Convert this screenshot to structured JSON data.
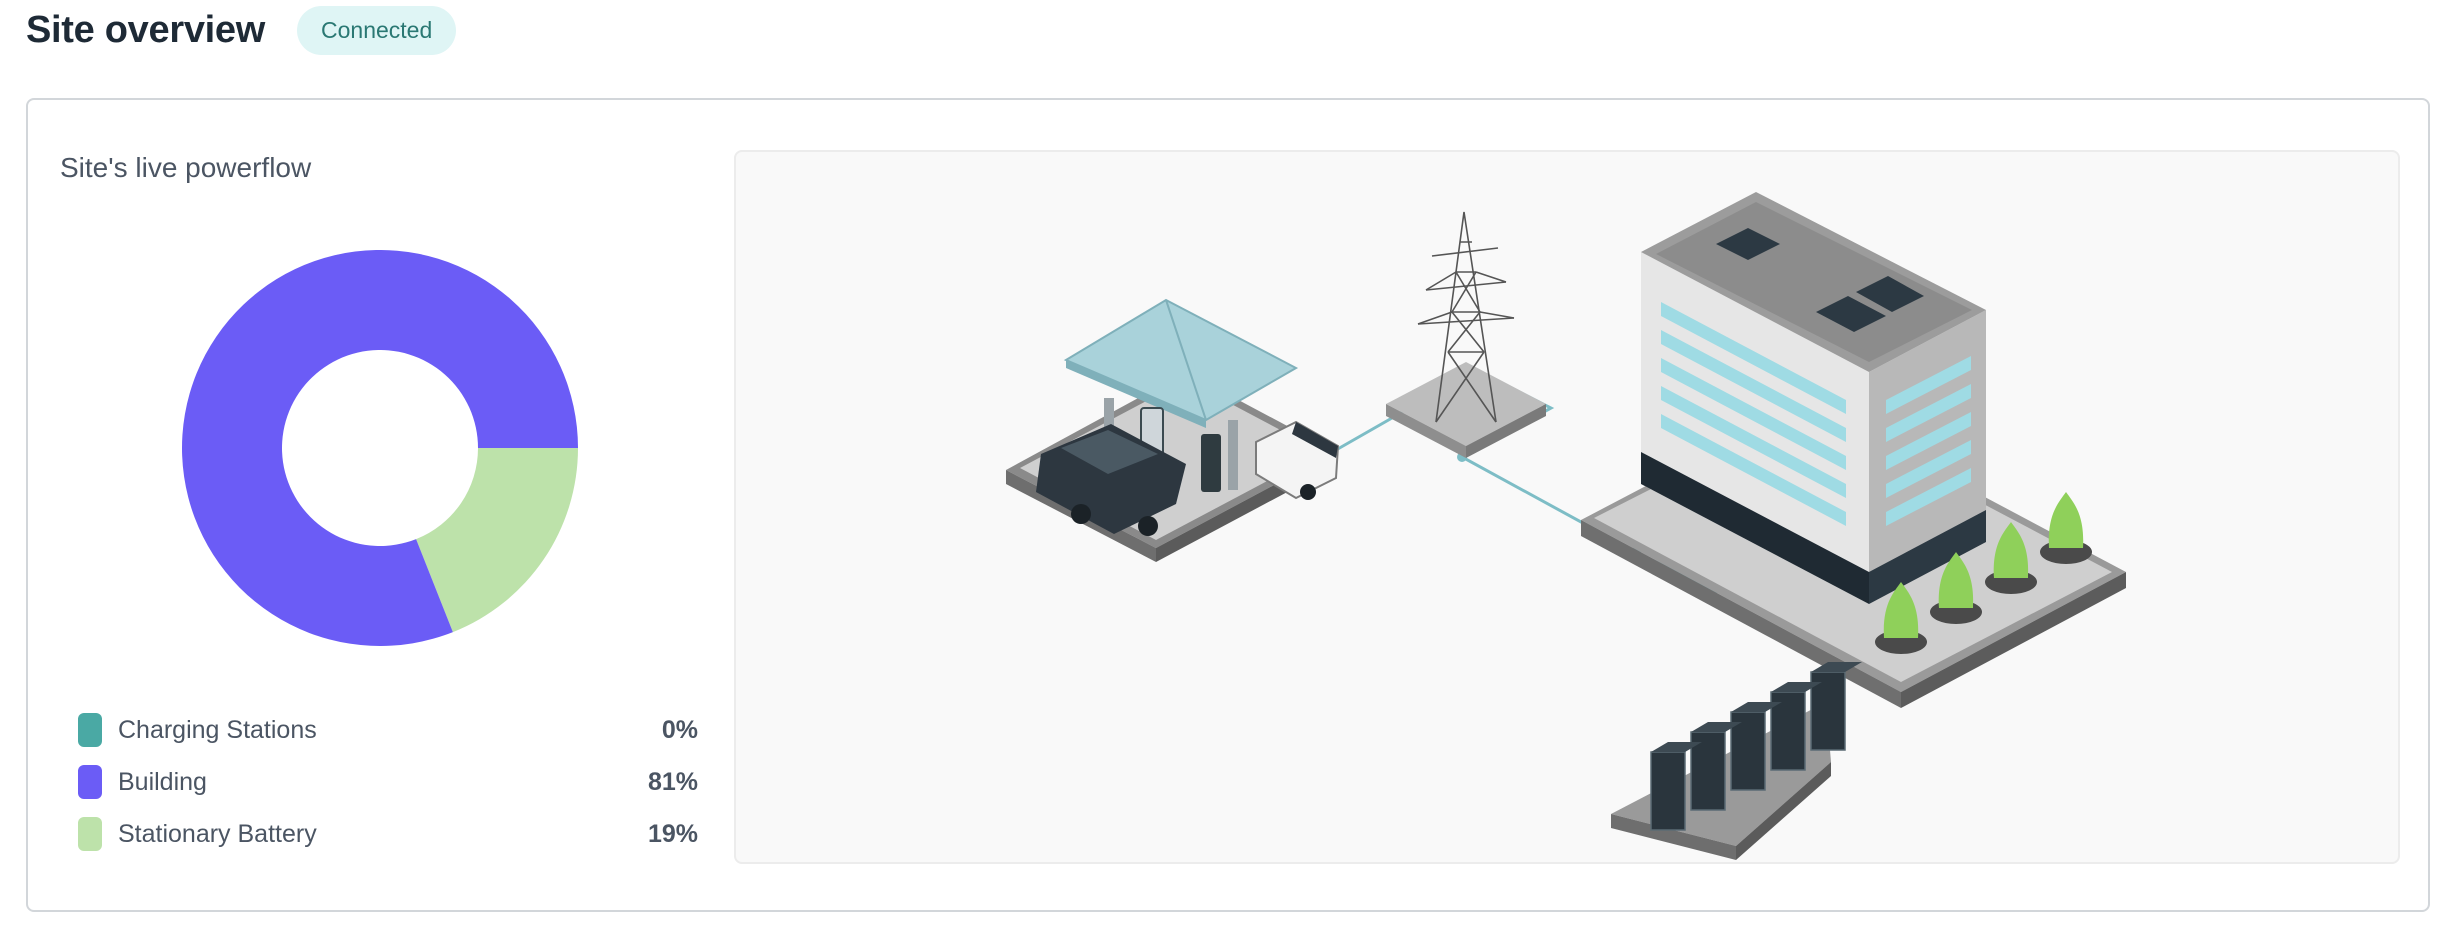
{
  "header": {
    "title": "Site overview",
    "status": "Connected"
  },
  "powerflow": {
    "title": "Site's live powerflow",
    "legend": [
      {
        "label": "Charging Stations",
        "value": "0%",
        "color": "#4aa9a4"
      },
      {
        "label": "Building",
        "value": "81%",
        "color": "#6b5cf6"
      },
      {
        "label": "Stationary Battery",
        "value": "19%",
        "color": "#bde2aa"
      }
    ]
  },
  "chart_data": {
    "type": "pie",
    "categories": [
      "Charging Stations",
      "Building",
      "Stationary Battery"
    ],
    "values": [
      0,
      81,
      19
    ],
    "colors": [
      "#4aa9a4",
      "#6b5cf6",
      "#bde2aa"
    ],
    "title": "Site's live powerflow",
    "legend": "bottom"
  },
  "diagram": {
    "nodes": [
      "charging-station",
      "power-pylon",
      "office-building",
      "stationary-battery"
    ],
    "line_color": "#7dbdc6"
  }
}
